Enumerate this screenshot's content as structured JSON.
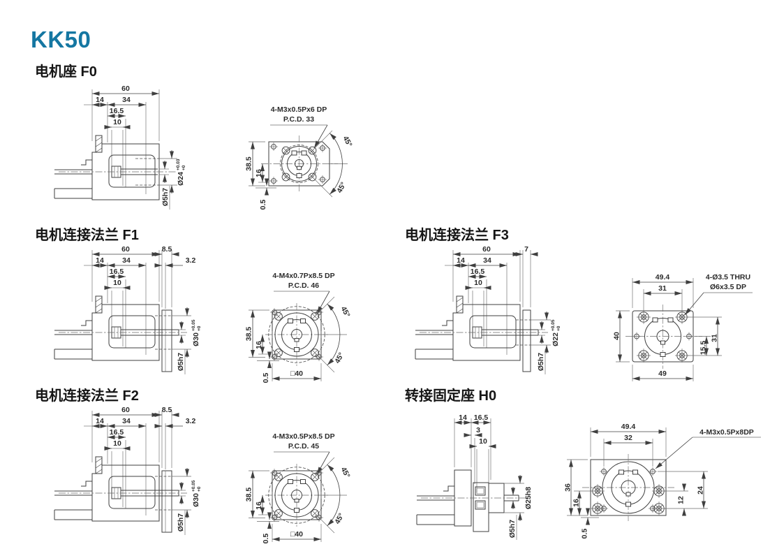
{
  "page": {
    "model": "KK50",
    "accent_color": "#1577A2"
  },
  "sections": {
    "f0": {
      "title": "电机座 F0",
      "side": {
        "d60": "60",
        "d14": "14",
        "d34": "34",
        "d16_5": "16.5",
        "d10": "10",
        "bore": "Ø24",
        "bore_tol_upper": "+0.03",
        "bore_tol_lower": "+0",
        "shaft": "Ø5h7"
      },
      "front": {
        "note1": "4-M3x0.5Px6 DP",
        "note2": "P.C.D. 33",
        "h": "38.5",
        "v16": "16",
        "v05": "0.5",
        "ang1": "45°",
        "ang2": "45°"
      }
    },
    "f1": {
      "title": "电机连接法兰 F1",
      "side": {
        "d60": "60",
        "d8_5": "8.5",
        "d14": "14",
        "d34": "34",
        "d3_2": "3.2",
        "d16_5": "16.5",
        "d10": "10",
        "bore": "Ø30",
        "bore_tol_upper": "+0.05",
        "bore_tol_lower": "+0",
        "shaft": "Ø5h7"
      },
      "front": {
        "note1": "4-M4x0.7Px8.5 DP",
        "note2": "P.C.D. 46",
        "h": "38.5",
        "v16": "16",
        "v05": "0.5",
        "sq": "□40",
        "ang1": "45°",
        "ang2": "45°"
      }
    },
    "f3": {
      "title": "电机连接法兰 F3",
      "side": {
        "d60": "60",
        "d7": "7",
        "d14": "14",
        "d34": "34",
        "d16_5": "16.5",
        "d10": "10",
        "bore": "Ø22",
        "bore_tol_upper": "+0.05",
        "bore_tol_lower": "+0",
        "shaft": "Ø5h7"
      },
      "front": {
        "note1": "4-Ø3.5 THRU",
        "note2": "Ø6x3.5 DP",
        "w_top": "49.4",
        "w_inner": "31",
        "h_left": "40",
        "v31": "31",
        "v15_5": "15.5",
        "w_bottom": "49"
      }
    },
    "f2": {
      "title": "电机连接法兰 F2",
      "side": {
        "d60": "60",
        "d8_5": "8.5",
        "d14": "14",
        "d34": "34",
        "d3_2": "3.2",
        "d16_5": "16.5",
        "d10": "10",
        "bore": "Ø30",
        "bore_tol_upper": "+0.05",
        "bore_tol_lower": "+0",
        "shaft": "Ø5h7"
      },
      "front": {
        "note1": "4-M3x0.5Px8.5 DP",
        "note2": "P.C.D. 45",
        "h": "38.5",
        "v16": "16",
        "v05": "0.5",
        "sq": "□40",
        "ang1": "45°",
        "ang2": "45°"
      }
    },
    "h0": {
      "title": "转接固定座 H0",
      "side": {
        "d14": "14",
        "d16_5": "16.5",
        "d3": "3",
        "d10": "10",
        "boss": "Ø25h8",
        "shaft": "Ø5h7"
      },
      "front": {
        "w_top": "49.4",
        "w_inner": "32",
        "note1": "4-M3x0.5Px8DP",
        "h_left": "36",
        "v16": "16",
        "v05": "0.5",
        "v12": "12",
        "v24": "24"
      }
    }
  }
}
